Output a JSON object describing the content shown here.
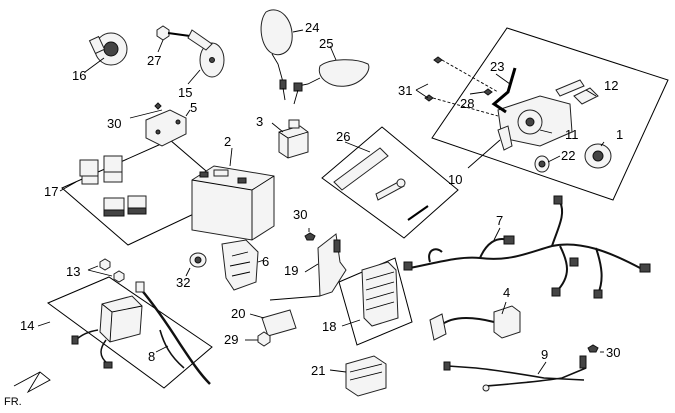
{
  "diagram": {
    "direction_label": "FR.",
    "callouts": [
      "1",
      "2",
      "3",
      "4",
      "5",
      "6",
      "7",
      "8",
      "9",
      "10",
      "11",
      "12",
      "13",
      "14",
      "15",
      "16",
      "17",
      "18",
      "19",
      "20",
      "21",
      "22",
      "23",
      "24",
      "25",
      "26",
      "27",
      "28",
      "29",
      "30",
      "31",
      "32"
    ],
    "callout_30_b": "30",
    "callout_30_c": "30"
  },
  "colors": {
    "line": "#000000",
    "part_fill": "#f4f4f4",
    "dark": "#444444",
    "background": "#ffffff"
  }
}
